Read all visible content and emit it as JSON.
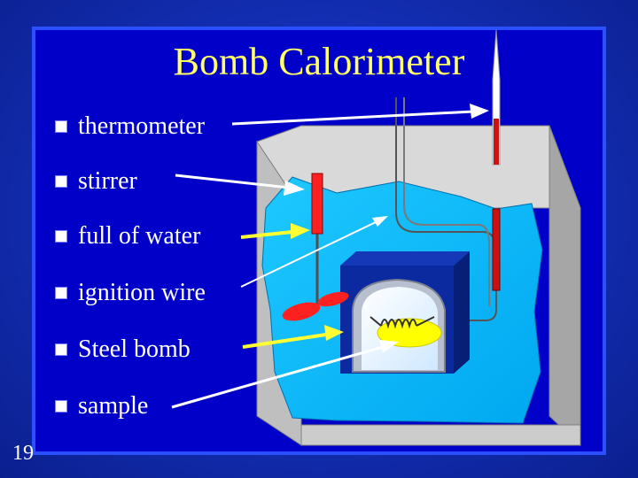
{
  "slide": {
    "title": "Bomb Calorimeter",
    "number": "19"
  },
  "bullets": [
    {
      "label": "thermometer"
    },
    {
      "label": "stirrer"
    },
    {
      "label": "full of water"
    },
    {
      "label": "ignition wire"
    },
    {
      "label": "Steel bomb"
    },
    {
      "label": "sample"
    }
  ],
  "colors": {
    "title": "#ffff66",
    "water": "#00b8ff",
    "housing_top": "#d9d9d9",
    "housing_side": "#a6a6a6",
    "bomb_block": "#0a2a9a",
    "sample": "#ffff00",
    "thermometer": "#cc1111",
    "arrow_white": "#ffffff",
    "arrow_yellow": "#ffff33"
  }
}
